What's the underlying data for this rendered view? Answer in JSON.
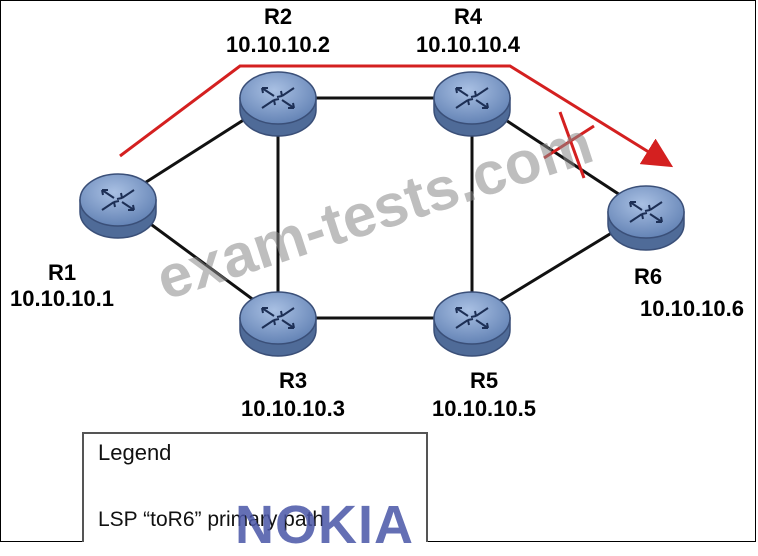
{
  "routers": [
    {
      "name": "R1",
      "ip": "10.10.10.1"
    },
    {
      "name": "R2",
      "ip": "10.10.10.2"
    },
    {
      "name": "R3",
      "ip": "10.10.10.3"
    },
    {
      "name": "R4",
      "ip": "10.10.10.4"
    },
    {
      "name": "R5",
      "ip": "10.10.10.5"
    },
    {
      "name": "R6",
      "ip": "10.10.10.6"
    }
  ],
  "links": [
    {
      "from": "R1",
      "to": "R2"
    },
    {
      "from": "R1",
      "to": "R3"
    },
    {
      "from": "R2",
      "to": "R3"
    },
    {
      "from": "R2",
      "to": "R4"
    },
    {
      "from": "R3",
      "to": "R5"
    },
    {
      "from": "R4",
      "to": "R5"
    },
    {
      "from": "R4",
      "to": "R6",
      "failed": true
    },
    {
      "from": "R5",
      "to": "R6"
    }
  ],
  "lsp_path": [
    "R1",
    "R2",
    "R4",
    "R6"
  ],
  "legend": {
    "title": "Legend",
    "item_label": "LSP “toR6” primary path"
  },
  "watermark": "exam-tests.com",
  "brand": "NOKIA",
  "colors": {
    "router_fill": "#6f8fc0",
    "router_edge": "#3a4f78",
    "link": "#111111",
    "lsp": "#d42020",
    "brand": "#4a56a8"
  }
}
